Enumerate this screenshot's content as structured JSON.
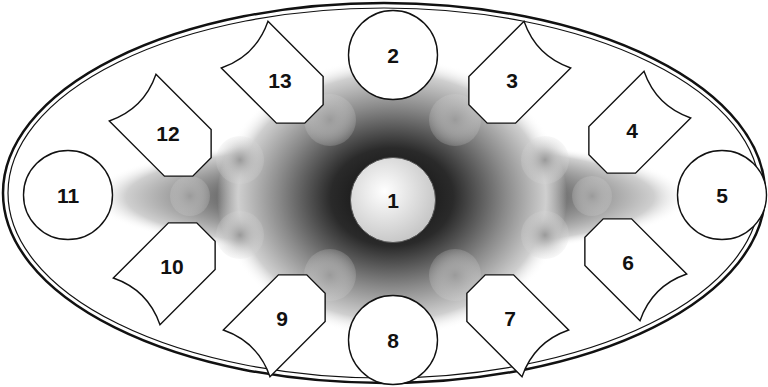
{
  "diagram": {
    "nodes": [
      {
        "text": [
          "1"
        ]
      },
      {
        "text": [
          "2"
        ]
      },
      {
        "text": [
          "3"
        ]
      },
      {
        "text": [
          "4"
        ]
      },
      {
        "text": [
          "5"
        ]
      },
      {
        "text": [
          "6"
        ]
      },
      {
        "text": [
          "7"
        ]
      },
      {
        "text": [
          "8"
        ]
      },
      {
        "text": [
          "9"
        ]
      },
      {
        "text": [
          "10"
        ]
      },
      {
        "text": [
          "11"
        ]
      },
      {
        "text": [
          "12"
        ]
      },
      {
        "text": [
          "13"
        ]
      }
    ]
  }
}
